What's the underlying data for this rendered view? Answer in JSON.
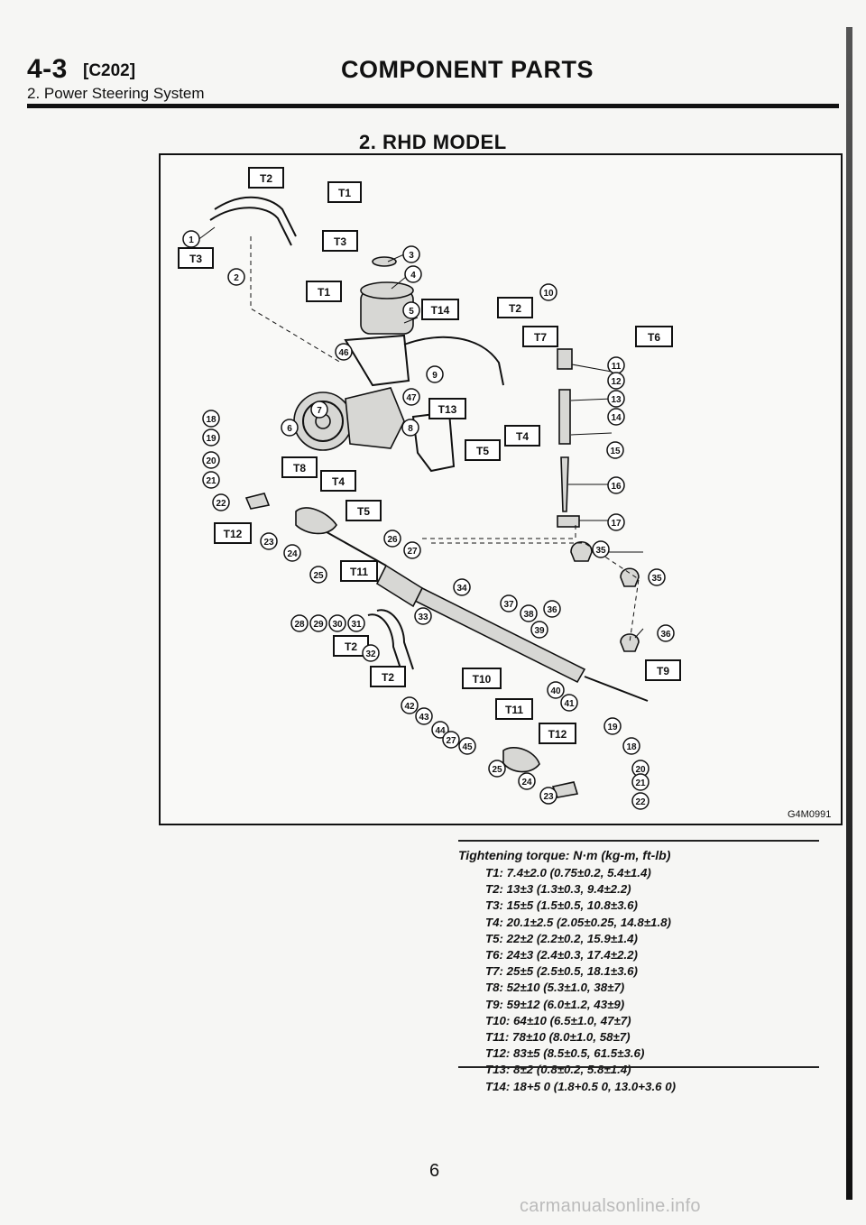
{
  "header": {
    "section_number": "4-3",
    "section_code": "[C202]",
    "title": "COMPONENT PARTS",
    "subtitle": "2. Power Steering System"
  },
  "figure": {
    "title": "2. RHD MODEL",
    "figure_id": "G4M0991",
    "torque_labels": [
      "T1",
      "T2",
      "T3",
      "T4",
      "T5",
      "T6",
      "T7",
      "T8",
      "T9",
      "T10",
      "T11",
      "T12",
      "T13",
      "T14"
    ],
    "callouts": [
      "1",
      "2",
      "3",
      "4",
      "5",
      "6",
      "7",
      "8",
      "9",
      "10",
      "11",
      "12",
      "13",
      "14",
      "15",
      "16",
      "17",
      "18",
      "19",
      "20",
      "21",
      "22",
      "23",
      "24",
      "25",
      "26",
      "27",
      "28",
      "29",
      "30",
      "31",
      "32",
      "33",
      "34",
      "35",
      "36",
      "37",
      "38",
      "39",
      "40",
      "41",
      "42",
      "43",
      "44",
      "45",
      "46",
      "47"
    ]
  },
  "torque_spec": {
    "title": "Tightening torque: N·m (kg-m, ft-lb)",
    "items": [
      "T1: 7.4±2.0 (0.75±0.2, 5.4±1.4)",
      "T2: 13±3 (1.3±0.3, 9.4±2.2)",
      "T3: 15±5 (1.5±0.5, 10.8±3.6)",
      "T4: 20.1±2.5 (2.05±0.25, 14.8±1.8)",
      "T5: 22±2 (2.2±0.2, 15.9±1.4)",
      "T6: 24±3 (2.4±0.3, 17.4±2.2)",
      "T7: 25±5 (2.5±0.5, 18.1±3.6)",
      "T8: 52±10 (5.3±1.0, 38±7)",
      "T9: 59±12 (6.0±1.2, 43±9)",
      "T10: 64±10 (6.5±1.0, 47±7)",
      "T11: 78±10 (8.0±1.0, 58±7)",
      "T12: 83±5 (8.5±0.5, 61.5±3.6)",
      "T13: 8±2 (0.8±0.2, 5.8±1.4)",
      "T14: 18+5 0 (1.8+0.5 0, 13.0+3.6 0)"
    ]
  },
  "footer": {
    "page_number": "6",
    "watermark": "carmanualsonline.info"
  }
}
